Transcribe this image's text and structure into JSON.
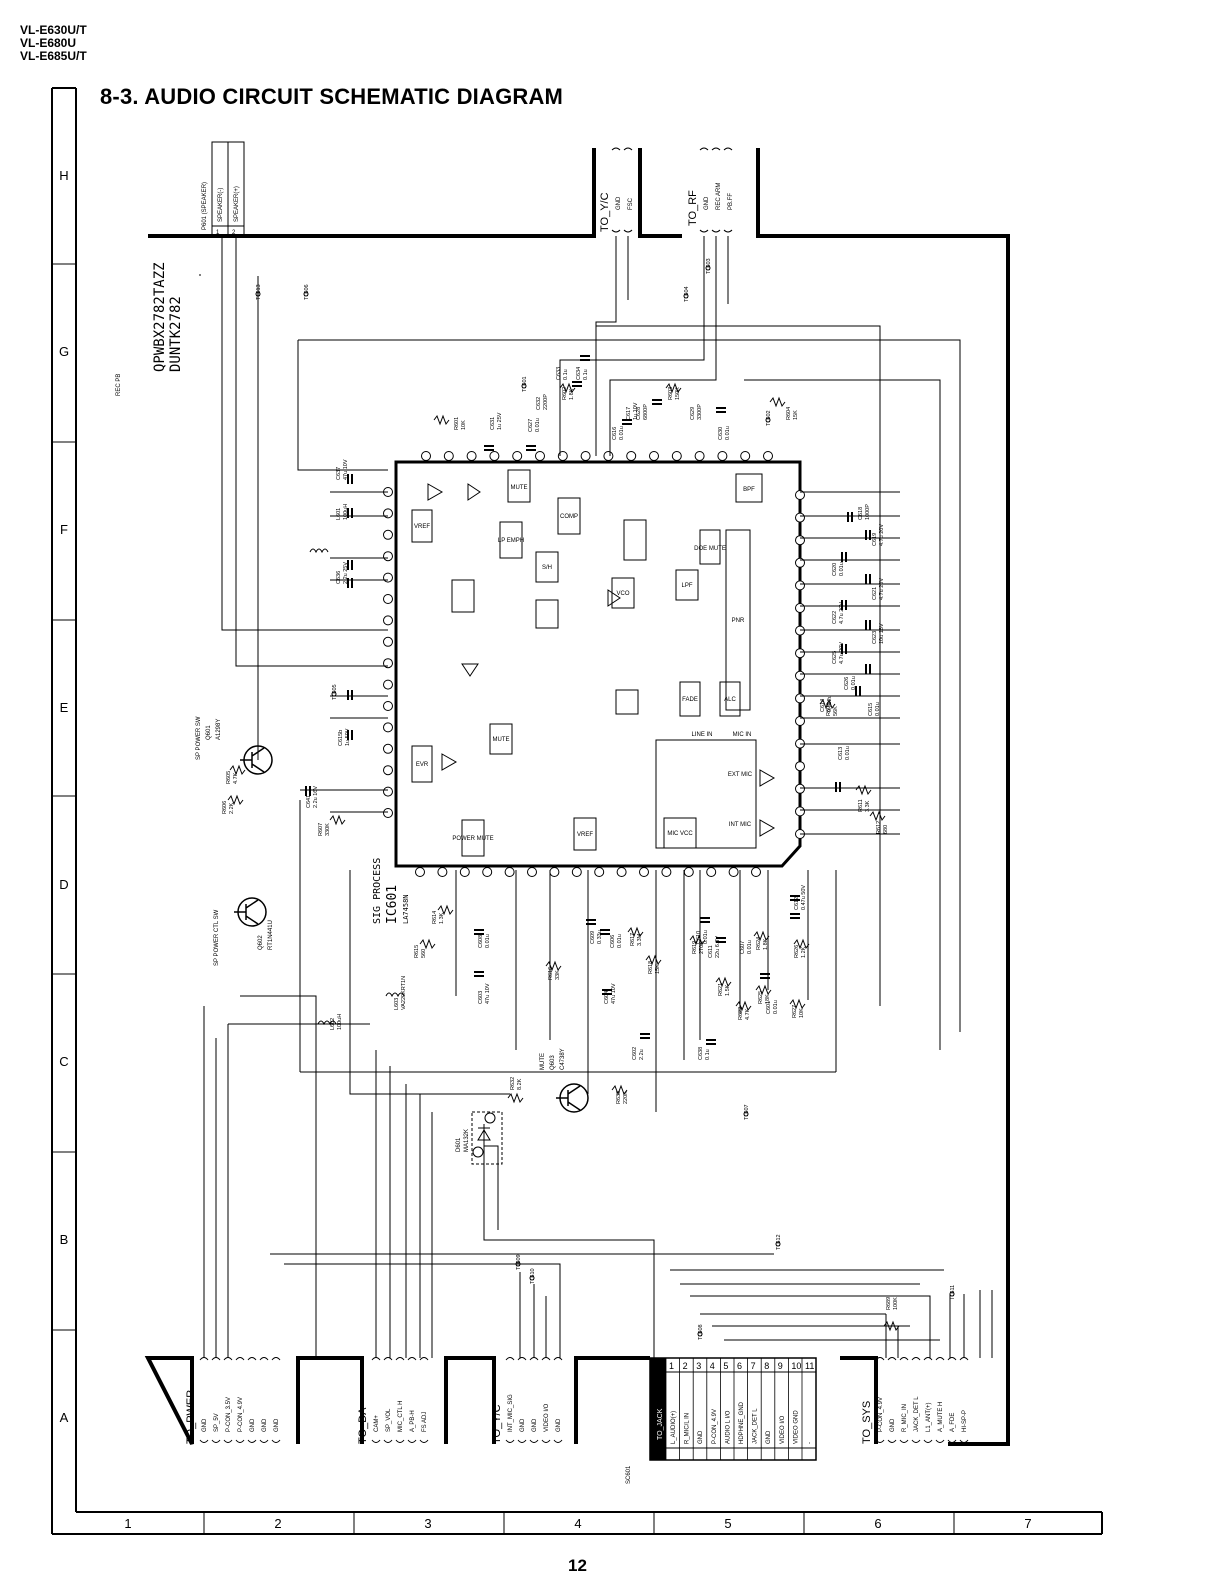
{
  "header": {
    "models": [
      "VL-E630U/T",
      "VL-E680U",
      "VL-E685U/T"
    ],
    "title": "8-3. AUDIO CIRCUIT SCHEMATIC DIAGRAM"
  },
  "page_number": "12",
  "grid": {
    "rows": [
      "H",
      "G",
      "F",
      "E",
      "D",
      "C",
      "B",
      "A"
    ],
    "columns": [
      "1",
      "2",
      "3",
      "4",
      "5",
      "6",
      "7"
    ]
  },
  "board": {
    "part_number": "QPWBX2782TAZZ",
    "code": "DUNTK2782"
  },
  "ic": {
    "ref": "IC601",
    "part": "LA7458N",
    "function": "SIG PROCESS",
    "blocks": [
      "MUTE",
      "COMP",
      "VREF",
      "LP EMPH",
      "S/H",
      "VCO",
      "LPF",
      "PNR",
      "FADE",
      "ALC",
      "MUTE",
      "EVR",
      "POWER MUTE",
      "VREF",
      "MIC VCC",
      "LINE IN",
      "MIC IN",
      "EXT MIC",
      "INT MIC",
      "DOE MUTE",
      "BPF"
    ]
  },
  "connectors_top": [
    {
      "name": "TO_Y/C",
      "pins": [
        "GND",
        "FSC"
      ]
    },
    {
      "name": "TO_RF",
      "pins": [
        "GND",
        "REC ARM",
        "PB.FF"
      ]
    }
  ],
  "speaker": {
    "ref": "P601 (SPEAKER)",
    "pins": [
      "SPEAKER(-)",
      "SPEAKER(+)"
    ]
  },
  "connectors_bottom": [
    {
      "name": "TO_PWER",
      "pins": [
        "GND",
        "SP_5V",
        "P-CON_3.5V",
        "P-CON_4.9V",
        "GND",
        "GND",
        "GND"
      ]
    },
    {
      "name": "TO_DA",
      "pins": [
        "CAM+",
        "SP_VOL",
        "MIC_CTL H",
        "A_PB-H",
        "FS ADJ"
      ]
    },
    {
      "name": "TO_Y/C",
      "pins": [
        "INT_MIC_SIG",
        "GND",
        "GND",
        "VIDEO I/O",
        "GND"
      ]
    },
    {
      "name": "TO_SYS",
      "pins": [
        "P-CON_4.9V",
        "GND",
        "R_MIC_IN",
        "JACK_DET L",
        "L1_ANT(+)",
        "A_MUTE H",
        "A_FDE",
        "HI-SP-P"
      ]
    }
  ],
  "jack": {
    "ref": "SC601",
    "name": "TO_JACK",
    "pins": [
      "L_AUDIO(+)",
      "R_MIC/L IN",
      "GND",
      "P-CON_4.9V",
      "AUDIO L I/O",
      "HDPHNE_GND",
      "JACK_DET L",
      "GND",
      "VIDEO I/O",
      "VIDEO GND",
      "-"
    ]
  },
  "transistors": [
    {
      "ref": "Q601",
      "part": "A1298Y",
      "note": "SP POWER SW"
    },
    {
      "ref": "Q602",
      "part": "RT1N441U",
      "note": "SP POWER CTL SW"
    },
    {
      "ref": "Q603",
      "part": "C4738Y",
      "note": "MUTE"
    }
  ],
  "diodes": [
    {
      "ref": "D601",
      "part": "MA132K"
    }
  ],
  "coils": [
    {
      "ref": "L601",
      "value": "100uH"
    },
    {
      "ref": "L602",
      "value": "100uH"
    },
    {
      "ref": "L603",
      "value": "VA220KRT1N"
    }
  ],
  "resistors": [
    {
      "ref": "R601",
      "value": "10K"
    },
    {
      "ref": "R602",
      "value": "1.8K"
    },
    {
      "ref": "R603",
      "value": "150K"
    },
    {
      "ref": "R604",
      "value": "15K"
    },
    {
      "ref": "R605",
      "value": "4.7K"
    },
    {
      "ref": "R606",
      "value": "2.2K"
    },
    {
      "ref": "R607",
      "value": "330K"
    },
    {
      "ref": "R608",
      "value": "56K"
    },
    {
      "ref": "R611",
      "value": "3.3K"
    },
    {
      "ref": "R612",
      "value": "680"
    },
    {
      "ref": "R614",
      "value": "1.3K"
    },
    {
      "ref": "R615",
      "value": "560"
    },
    {
      "ref": "R616",
      "value": "33K"
    },
    {
      "ref": "R617",
      "value": "3.3M"
    },
    {
      "ref": "R618",
      "value": "15K"
    },
    {
      "ref": "R619",
      "value": "270K"
    },
    {
      "ref": "R621",
      "value": "1.5K"
    },
    {
      "ref": "R622",
      "value": "4.7K"
    },
    {
      "ref": "R624",
      "value": "1.8K"
    },
    {
      "ref": "R625",
      "value": "18K"
    },
    {
      "ref": "R626",
      "value": "1.2K"
    },
    {
      "ref": "R627",
      "value": "10K"
    },
    {
      "ref": "R632",
      "value": "8.2K"
    },
    {
      "ref": "R633",
      "value": "220K"
    },
    {
      "ref": "R689",
      "value": "100K"
    }
  ],
  "capacitors": [
    {
      "ref": "C601",
      "value": "0.01u"
    },
    {
      "ref": "C602",
      "value": "2.2u"
    },
    {
      "ref": "C603",
      "value": "47u 10V"
    },
    {
      "ref": "C604",
      "value": "47u 10V"
    },
    {
      "ref": "C606",
      "value": "0.01u"
    },
    {
      "ref": "C607",
      "value": "0.01u"
    },
    {
      "ref": "C608",
      "value": "0.01u"
    },
    {
      "ref": "C609",
      "value": "0.33u"
    },
    {
      "ref": "C610",
      "value": "0.01u"
    },
    {
      "ref": "C611",
      "value": "22u 6.3V"
    },
    {
      "ref": "C612",
      "value": "0.47u 50V"
    },
    {
      "ref": "C613",
      "value": "0.01u"
    },
    {
      "ref": "C614",
      "value": "0.022u"
    },
    {
      "ref": "C615",
      "value": "0.01u"
    },
    {
      "ref": "C616",
      "value": "0.01u"
    },
    {
      "ref": "C617",
      "value": "1u 10V"
    },
    {
      "ref": "C618",
      "value": "1000P"
    },
    {
      "ref": "C619",
      "value": "4.7u 20V"
    },
    {
      "ref": "C620",
      "value": "0.01u"
    },
    {
      "ref": "C621",
      "value": "4.7u 20V"
    },
    {
      "ref": "C622",
      "value": "4.7u 20V"
    },
    {
      "ref": "C623",
      "value": "10u 16V"
    },
    {
      "ref": "C625",
      "value": "4.7u 20V"
    },
    {
      "ref": "C626",
      "value": "0.01u"
    },
    {
      "ref": "C627",
      "value": "0.01u"
    },
    {
      "ref": "C628",
      "value": "6800P"
    },
    {
      "ref": "C629",
      "value": "3300P"
    },
    {
      "ref": "C630",
      "value": "0.01u"
    },
    {
      "ref": "C631",
      "value": "1u 25V"
    },
    {
      "ref": "C632",
      "value": "2200P"
    },
    {
      "ref": "C633",
      "value": "0.1u"
    },
    {
      "ref": "C634",
      "value": "0.1u"
    },
    {
      "ref": "C636",
      "value": "2.2u 25V"
    },
    {
      "ref": "C637",
      "value": "47u 10V"
    },
    {
      "ref": "C638",
      "value": "0.1u"
    },
    {
      "ref": "C641",
      "value": "2.2u 16V"
    },
    {
      "ref": "C615b",
      "value": "1u 50V"
    }
  ],
  "test_points": [
    "TL601",
    "TL602",
    "TL603",
    "TL604",
    "TL605",
    "TL606",
    "TL607",
    "TL608",
    "TL609",
    "TL610",
    "TL611",
    "TL612",
    "TL613"
  ],
  "other_labels": {
    "rec_pb": "REC PB"
  }
}
